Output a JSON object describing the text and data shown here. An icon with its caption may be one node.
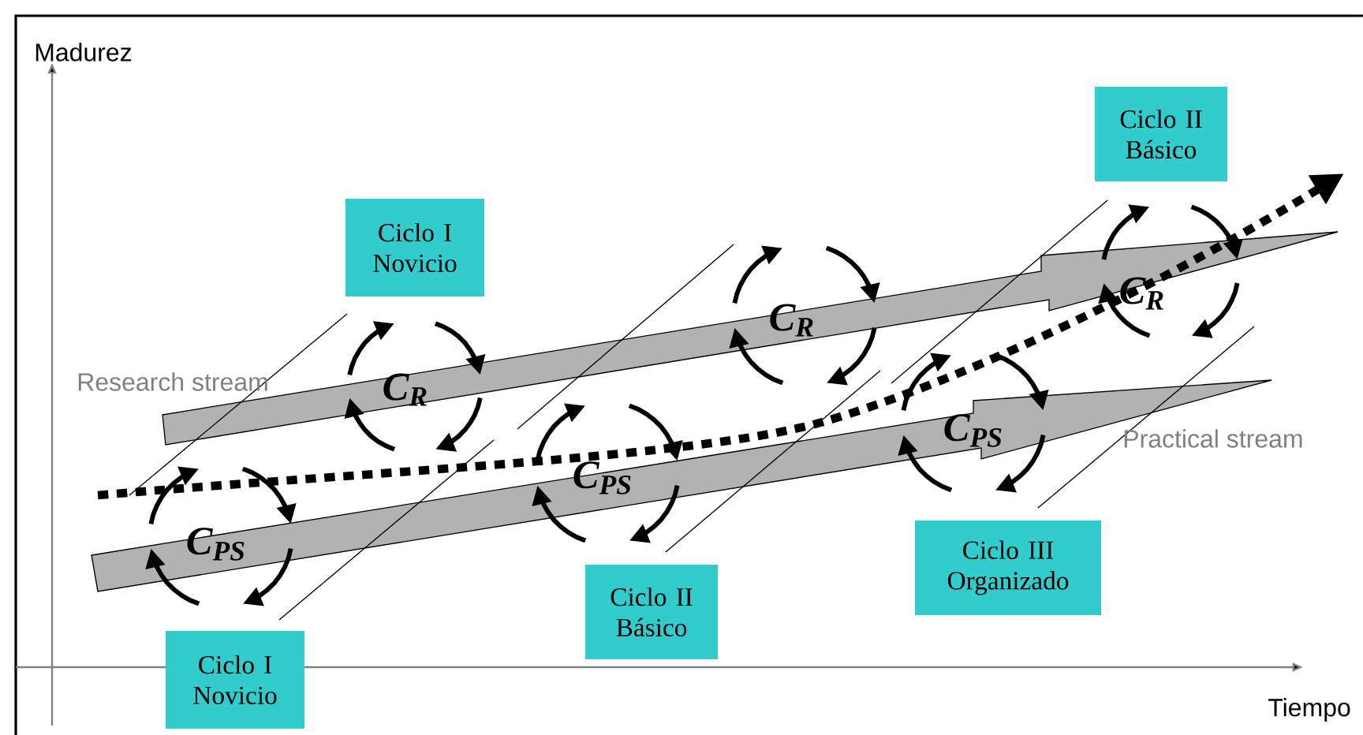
{
  "diagram": {
    "nodes": [
      {
        "text": [
          "Ciclo II Básico"
        ]
      },
      {
        "text": [
          "Ciclo I Novicio"
        ]
      },
      {
        "text": [
          "Ciclo III Organizado"
        ]
      },
      {
        "text": [
          "Ciclo II Básico"
        ]
      },
      {
        "text": [
          "Ciclo I Novicio"
        ]
      }
    ],
    "labels": [
      "Madurez",
      "Research stream",
      "C$_{R}$",
      "C$_{R}$",
      "C$_{R}$",
      "Practical stream",
      "C$_{PS}$",
      "C$_{PS}$",
      "C$_{PS}$",
      "Tiempo"
    ]
  }
}
